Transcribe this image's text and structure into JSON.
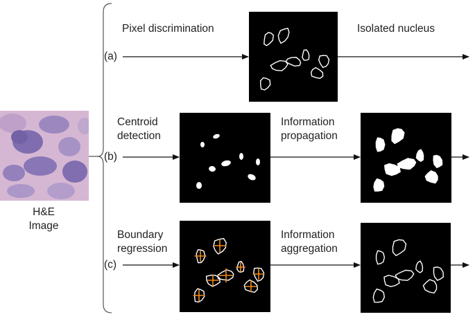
{
  "input": {
    "label_line1": "H&E",
    "label_line2": "Image"
  },
  "branches": {
    "a": {
      "marker": "(a)",
      "step1_label": "Pixel discrimination",
      "output_label": "Isolated nucleus"
    },
    "b": {
      "marker": "(b)",
      "step1_line1": "Centroid",
      "step1_line2": "detection",
      "step2_line1": "Information",
      "step2_line2": "propagation"
    },
    "c": {
      "marker": "(c)",
      "step1_line1": "Boundary",
      "step1_line2": "regression",
      "step2_line1": "Information",
      "step2_line2": "aggregation"
    }
  },
  "colors": {
    "arrow": "#111111",
    "panel_bg": "#000000",
    "nucleus": "#ffffff",
    "regression": "#f08a1c",
    "he_base": "#c9a6c7",
    "he_nucleus": "#6f5fa8"
  }
}
